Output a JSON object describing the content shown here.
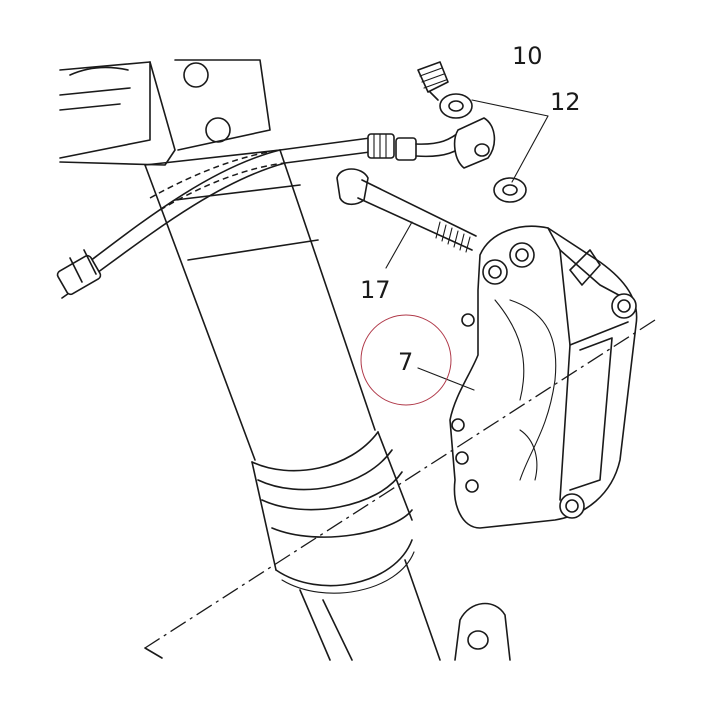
{
  "callouts": {
    "partial": "10",
    "washers": "12",
    "bolt": "17",
    "caliper": "7"
  },
  "colors": {
    "line": "#1a1a1a",
    "highlight_circle": "#b03a4a",
    "background": "#ffffff"
  }
}
